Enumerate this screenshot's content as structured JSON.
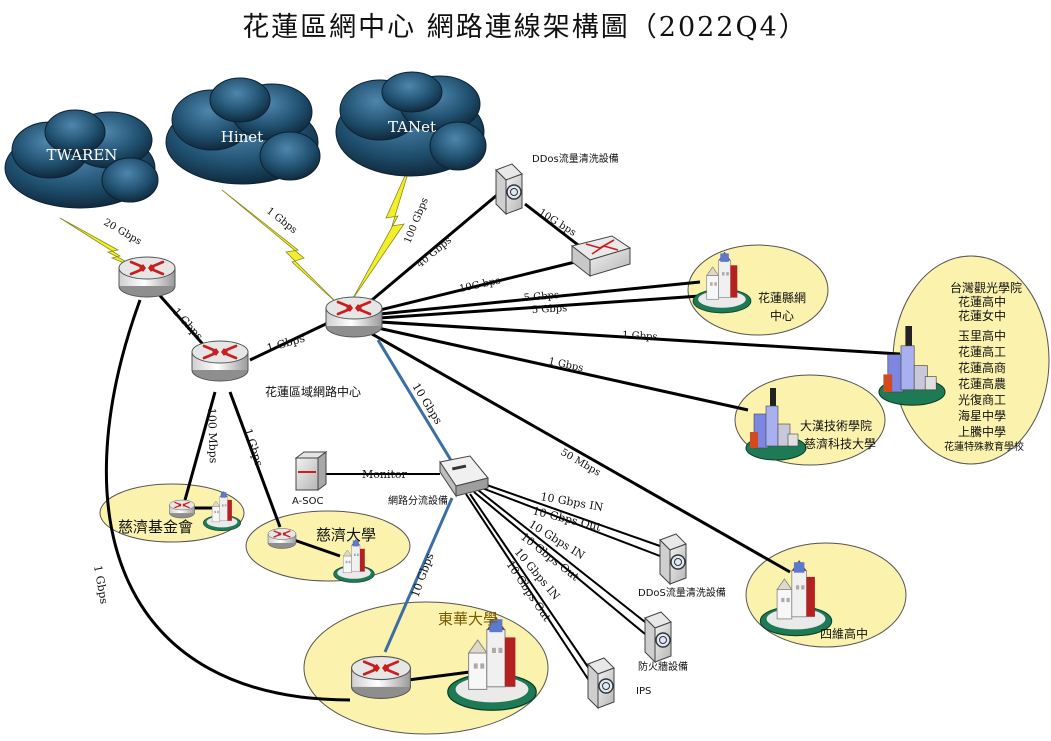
{
  "title": "花蓮區網中心 網路連線架構圖（2022Q4）",
  "clouds": {
    "twaren": "TWAREN",
    "hinet": "Hinet",
    "tanet": "TANet"
  },
  "links": {
    "twaren_20g": "20 Gbps",
    "hinet_1g": "1 Gbps",
    "tanet_100g": "100 Gbps",
    "r1_r2_1g": "1 Gbps",
    "r2_core_1g": "1 Gbps",
    "core_ddos_40g": "40 Gbps",
    "ddos_switch_10g": "10G bps",
    "core_switch_10g": "10G bps",
    "core_county_5g_a": "5 Gbps",
    "core_county_5g_b": "5 Gbps",
    "core_schools_1g": "1 Gbps",
    "core_dahan_1g": "1 Gbps",
    "core_siwei_50m": "50 Mbps",
    "core_tap_10g": "10 Gbps",
    "r2_foundation_100m": "100 Mbps",
    "r2_tcu_1g": "1 Gbps",
    "r1_ndhu_1g": "1 Gbps",
    "tap_ndhu_10g": "10 Gbps",
    "monitor": "Monitor",
    "tap_out_1": "10 Gbps IN",
    "tap_out_2": "10 Gbps Out",
    "tap_out_3": "10 Gbps IN",
    "tap_out_4": "10 Gbps Out",
    "tap_out_5": "10 Gbps IN",
    "tap_out_6": "10 Gbps Out"
  },
  "devices": {
    "ddos_top": "DDos流量清洗設備",
    "core_label": "花蓮區域網路中心",
    "tap_label": "網路分流設備",
    "asoc": "A-SOC",
    "ddos_bottom": "DDoS流量清洗設備",
    "firewall": "防火牆設備",
    "ips": "IPS"
  },
  "sites": {
    "county_line1": "花蓮縣網",
    "county_line2": "中心",
    "schools": [
      "台灣觀光學院",
      "花蓮高中",
      "花蓮女中",
      "玉里高中",
      "花蓮高工",
      "花蓮高商",
      "花蓮高農",
      "光復商工",
      "海星中學",
      "上騰中學",
      "花蓮特殊教育學校"
    ],
    "dahan_line1": "大漢技術學院",
    "dahan_line2": "慈濟科技大學",
    "siwei": "四維高中",
    "foundation": "慈濟基金會",
    "tcu": "慈濟大學",
    "ndhu": "東華大學"
  },
  "colors": {
    "cloud": "#1f4f6e",
    "ellipse": "#fbf3ad",
    "lightning": "#f2ee2a",
    "link": "#000000",
    "blue_link": "#3a6ea5",
    "router_arrow": "#c81e1e"
  }
}
